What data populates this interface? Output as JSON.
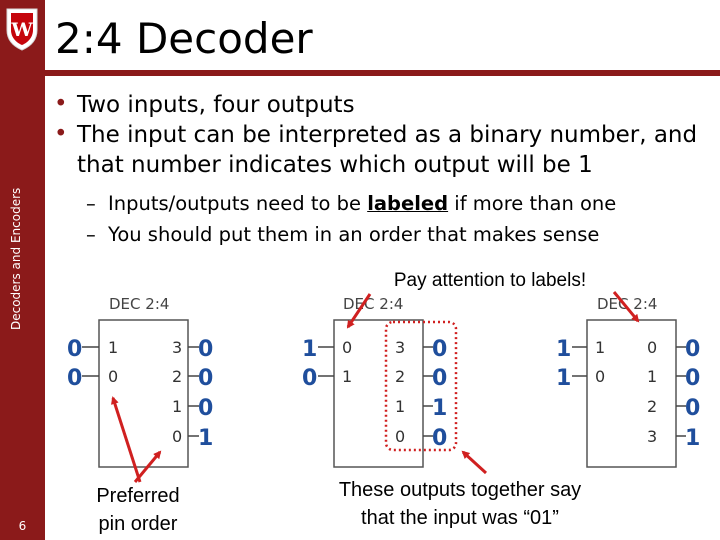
{
  "slide": {
    "title": "2:4 Decoder",
    "side_title": "Decoders and Encoders",
    "page_number": "6",
    "crest_letter": "W"
  },
  "bullets": [
    "Two inputs, four outputs",
    "The input can be interpreted as a binary number, and that number indicates which output will be 1"
  ],
  "subbullets": {
    "first_before": "Inputs/outputs need to be ",
    "first_keyword": "labeled",
    "first_after": " if more than one",
    "second": "You should put them in an order that makes sense"
  },
  "callouts": {
    "labels": "Pay attention to labels!",
    "pin_order_line1": "Preferred",
    "pin_order_line2": "pin order",
    "outputs_line1": "These outputs together say",
    "outputs_line2": "that the input was “01”"
  },
  "decoders": [
    {
      "label": "DEC 2:4",
      "input_pins": [
        "1",
        "0"
      ],
      "input_values": [
        "0",
        "0"
      ],
      "output_pins": [
        "3",
        "2",
        "1",
        "0"
      ],
      "output_values": [
        "0",
        "0",
        "0",
        "1"
      ]
    },
    {
      "label": "DEC 2:4",
      "input_pins": [
        "0",
        "1"
      ],
      "input_values": [
        "1",
        "0"
      ],
      "output_pins": [
        "3",
        "2",
        "1",
        "0"
      ],
      "output_values": [
        "0",
        "0",
        "1",
        "0"
      ]
    },
    {
      "label": "DEC 2:4",
      "input_pins": [
        "1",
        "0"
      ],
      "input_values": [
        "1",
        "1"
      ],
      "output_pins": [
        "0",
        "1",
        "2",
        "3"
      ],
      "output_values": [
        "0",
        "0",
        "0",
        "1"
      ]
    }
  ],
  "colors": {
    "brand_red": "#8b1a1a",
    "value_blue": "#1f4e9c",
    "arrow_red": "#d02020",
    "box_gray": "#555555"
  }
}
